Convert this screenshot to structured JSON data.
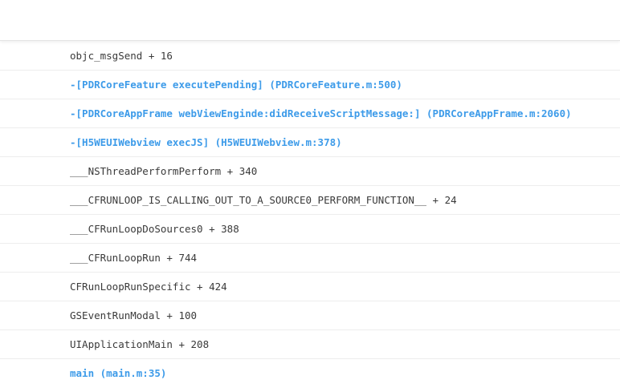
{
  "stack": {
    "frames": [
      {
        "text": "objc_msgSend + 16",
        "in_app": false
      },
      {
        "text": "-[PDRCoreFeature executePending] (PDRCoreFeature.m:500)",
        "in_app": true
      },
      {
        "text": "-[PDRCoreAppFrame webViewEnginde:didReceiveScriptMessage:] (PDRCoreAppFrame.m:2060)",
        "in_app": true
      },
      {
        "text": "-[H5WEUIWebview execJS] (H5WEUIWebview.m:378)",
        "in_app": true
      },
      {
        "text": "___NSThreadPerformPerform + 340",
        "in_app": false
      },
      {
        "text": "___CFRUNLOOP_IS_CALLING_OUT_TO_A_SOURCE0_PERFORM_FUNCTION__ + 24",
        "in_app": false
      },
      {
        "text": "___CFRunLoopDoSources0 + 388",
        "in_app": false
      },
      {
        "text": "___CFRunLoopRun + 744",
        "in_app": false
      },
      {
        "text": "CFRunLoopRunSpecific + 424",
        "in_app": false
      },
      {
        "text": "GSEventRunModal + 100",
        "in_app": false
      },
      {
        "text": "UIApplicationMain + 208",
        "in_app": false
      },
      {
        "text": "main (main.m:35)",
        "in_app": true
      }
    ]
  },
  "colors": {
    "in_app_text": "#3d9be9",
    "system_text": "#3a3a3a",
    "row_border": "#ededed"
  }
}
